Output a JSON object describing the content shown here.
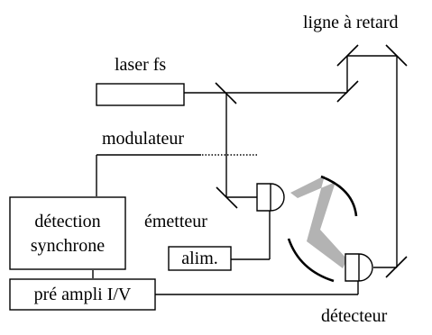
{
  "diagram": {
    "labels": {
      "delay_line": "ligne à retard",
      "laser": "laser fs",
      "modulator": "modulateur",
      "lockin_line1": "détection",
      "lockin_line2": "synchrone",
      "emitter": "émetteur",
      "power_supply": "alim.",
      "preamp": "pré ampli I/V",
      "detector": "détecteur"
    },
    "colors": {
      "line": "#000000",
      "beam": "#b3b3b3"
    }
  }
}
